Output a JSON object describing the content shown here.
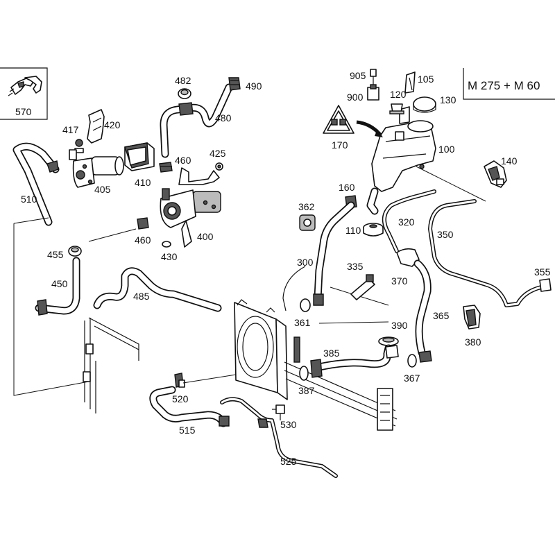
{
  "header": {
    "engine_variant": "M 275 + M 60"
  },
  "parts": [
    {
      "id": "570",
      "label": "570"
    },
    {
      "id": "482",
      "label": "482"
    },
    {
      "id": "490",
      "label": "490"
    },
    {
      "id": "480",
      "label": "480"
    },
    {
      "id": "417",
      "label": "417"
    },
    {
      "id": "420",
      "label": "420"
    },
    {
      "id": "460a",
      "label": "460"
    },
    {
      "id": "425",
      "label": "425"
    },
    {
      "id": "405",
      "label": "405"
    },
    {
      "id": "410",
      "label": "410"
    },
    {
      "id": "510",
      "label": "510"
    },
    {
      "id": "400",
      "label": "400"
    },
    {
      "id": "460b",
      "label": "460"
    },
    {
      "id": "430",
      "label": "430"
    },
    {
      "id": "455",
      "label": "455"
    },
    {
      "id": "450",
      "label": "450"
    },
    {
      "id": "485",
      "label": "485"
    },
    {
      "id": "905",
      "label": "905"
    },
    {
      "id": "105",
      "label": "105"
    },
    {
      "id": "900",
      "label": "900"
    },
    {
      "id": "120",
      "label": "120"
    },
    {
      "id": "130",
      "label": "130"
    },
    {
      "id": "170",
      "label": "170"
    },
    {
      "id": "100",
      "label": "100"
    },
    {
      "id": "140",
      "label": "140"
    },
    {
      "id": "160",
      "label": "160"
    },
    {
      "id": "362",
      "label": "362"
    },
    {
      "id": "110",
      "label": "110"
    },
    {
      "id": "320",
      "label": "320"
    },
    {
      "id": "350",
      "label": "350"
    },
    {
      "id": "300",
      "label": "300"
    },
    {
      "id": "335",
      "label": "335"
    },
    {
      "id": "370",
      "label": "370"
    },
    {
      "id": "355",
      "label": "355"
    },
    {
      "id": "361",
      "label": "361"
    },
    {
      "id": "390",
      "label": "390"
    },
    {
      "id": "365",
      "label": "365"
    },
    {
      "id": "380",
      "label": "380"
    },
    {
      "id": "385",
      "label": "385"
    },
    {
      "id": "367",
      "label": "367"
    },
    {
      "id": "387",
      "label": "387"
    },
    {
      "id": "520",
      "label": "520"
    },
    {
      "id": "515",
      "label": "515"
    },
    {
      "id": "530",
      "label": "530"
    },
    {
      "id": "525",
      "label": "525"
    }
  ]
}
